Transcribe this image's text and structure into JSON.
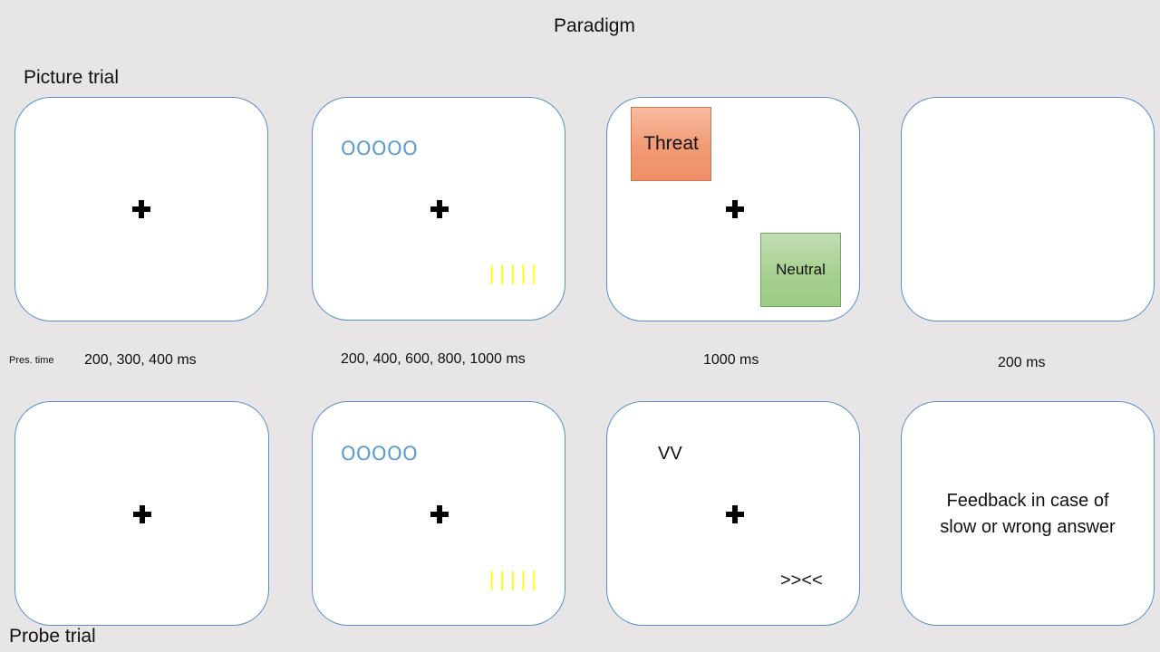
{
  "title": "Paradigm",
  "picture_trial": {
    "label": "Picture trial",
    "screen2": {
      "circles": "OOOOO",
      "bars": "|||||"
    },
    "screen3": {
      "threat_label": "Threat",
      "neutral_label": "Neutral"
    }
  },
  "timing": {
    "label": "Pres. time",
    "t1": "200, 300, 400 ms",
    "t2": "200, 400, 600, 800, 1000 ms",
    "t3": "1000 ms",
    "t4": "200 ms"
  },
  "probe_trial": {
    "label": "Probe trial",
    "screen2": {
      "circles": "OOOOO",
      "bars": "|||||"
    },
    "screen3": {
      "top_stimulus": "VV",
      "bottom_stimulus": ">><<"
    },
    "screen4": {
      "feedback_line1": "Feedback in case of",
      "feedback_line2": "slow or wrong answer"
    }
  },
  "colors": {
    "background": "#e7e5e6",
    "screen_border": "#5b8fc7",
    "circles": "#5b9bd5",
    "bars": "#ffff00",
    "threat_fill": "#f19a72",
    "neutral_fill": "#a6d08f"
  }
}
